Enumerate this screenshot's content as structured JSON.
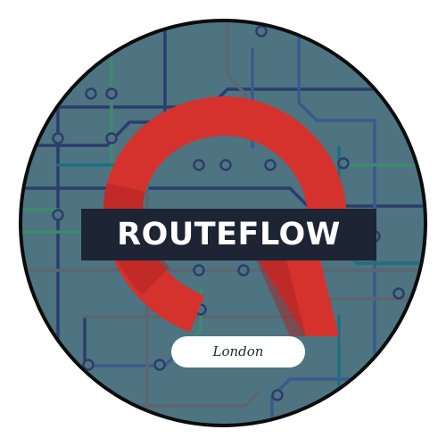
{
  "brand": {
    "name": "ROUTEFLOW",
    "city": "London"
  },
  "colors": {
    "badge_background": "#4d7480",
    "badge_border": "#0c0c0c",
    "map_line_navy": "#2c3d6b",
    "map_line_blue": "#3a5a8c",
    "map_line_grey": "#5d6570",
    "map_line_green": "#3f8a6e",
    "map_line_teal": "#1f6f80",
    "logo_red": "#d5322e",
    "logo_red_dark": "#a8221f",
    "banner_background": "#1d2434",
    "pill_background": "#ffffff"
  },
  "icons": {
    "logo_mark": "red-r-route-loop-icon",
    "background": "transit-map-pattern"
  }
}
